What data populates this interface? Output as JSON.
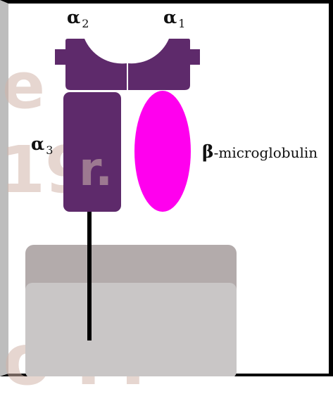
{
  "labels": {
    "alpha2": {
      "symbol": "α",
      "sub": "2"
    },
    "alpha1": {
      "symbol": "α",
      "sub": "1"
    },
    "alpha3": {
      "symbol": "α",
      "sub": "3"
    },
    "beta_symbol": "β",
    "beta_text": "-microglobulin"
  },
  "watermark": {
    "top_right": "e",
    "mid_right": "19",
    "center": "r.",
    "bottom": "o M"
  },
  "colors": {
    "alpha_domains": "#5e2a6b",
    "beta_microglobulin": "#ff00ee",
    "membrane_top": "#b3abab",
    "membrane_body": "#c9c6c6",
    "anchor": "#000000"
  }
}
